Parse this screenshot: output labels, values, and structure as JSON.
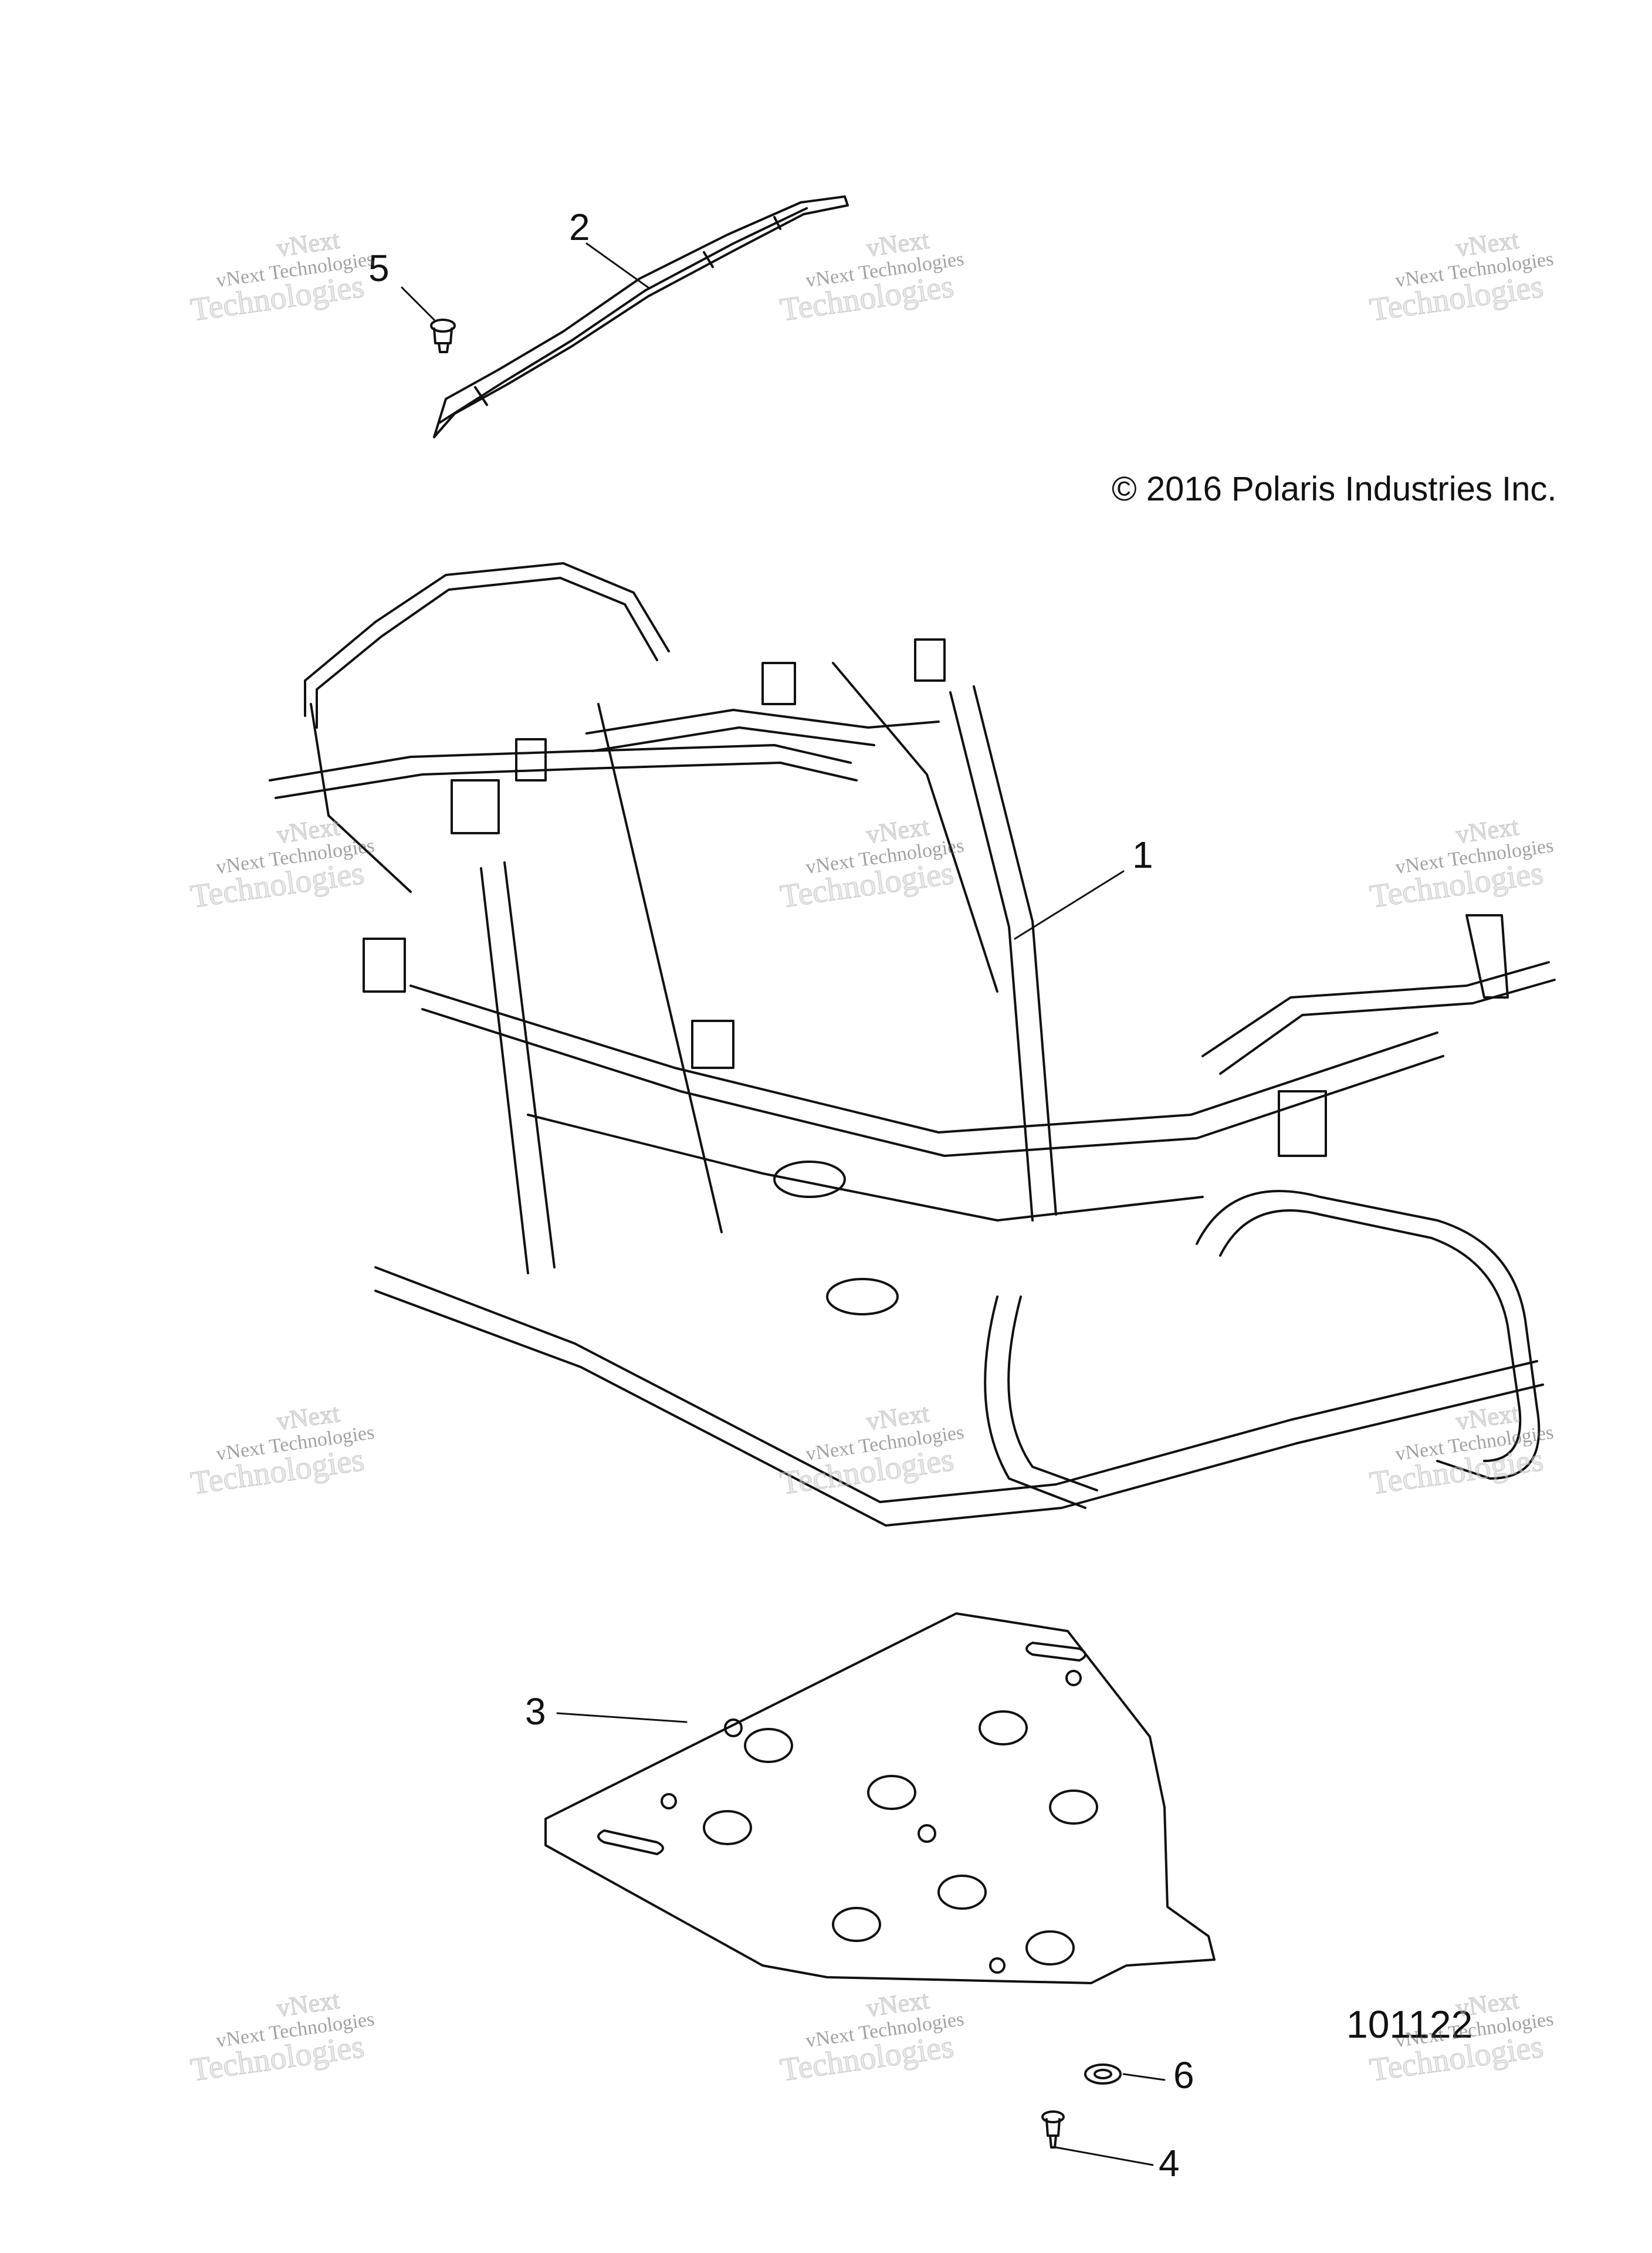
{
  "diagram": {
    "copyright": "© 2016 Polaris Industries Inc.",
    "diagram_number": "101122",
    "callouts": [
      "1",
      "2",
      "3",
      "4",
      "5",
      "6"
    ],
    "parts": [
      {
        "callout": "1",
        "part": "main-frame"
      },
      {
        "callout": "2",
        "part": "frame-rail"
      },
      {
        "callout": "3",
        "part": "skid-plate"
      },
      {
        "callout": "4",
        "part": "screw"
      },
      {
        "callout": "5",
        "part": "bolt"
      },
      {
        "callout": "6",
        "part": "nut"
      }
    ]
  },
  "watermark": {
    "top": "vNext",
    "middle": "vNext Technologies",
    "bottom": "Technologies"
  },
  "colors": {
    "line": "#111111",
    "background": "#ffffff",
    "watermark": "#9a9a9a"
  }
}
